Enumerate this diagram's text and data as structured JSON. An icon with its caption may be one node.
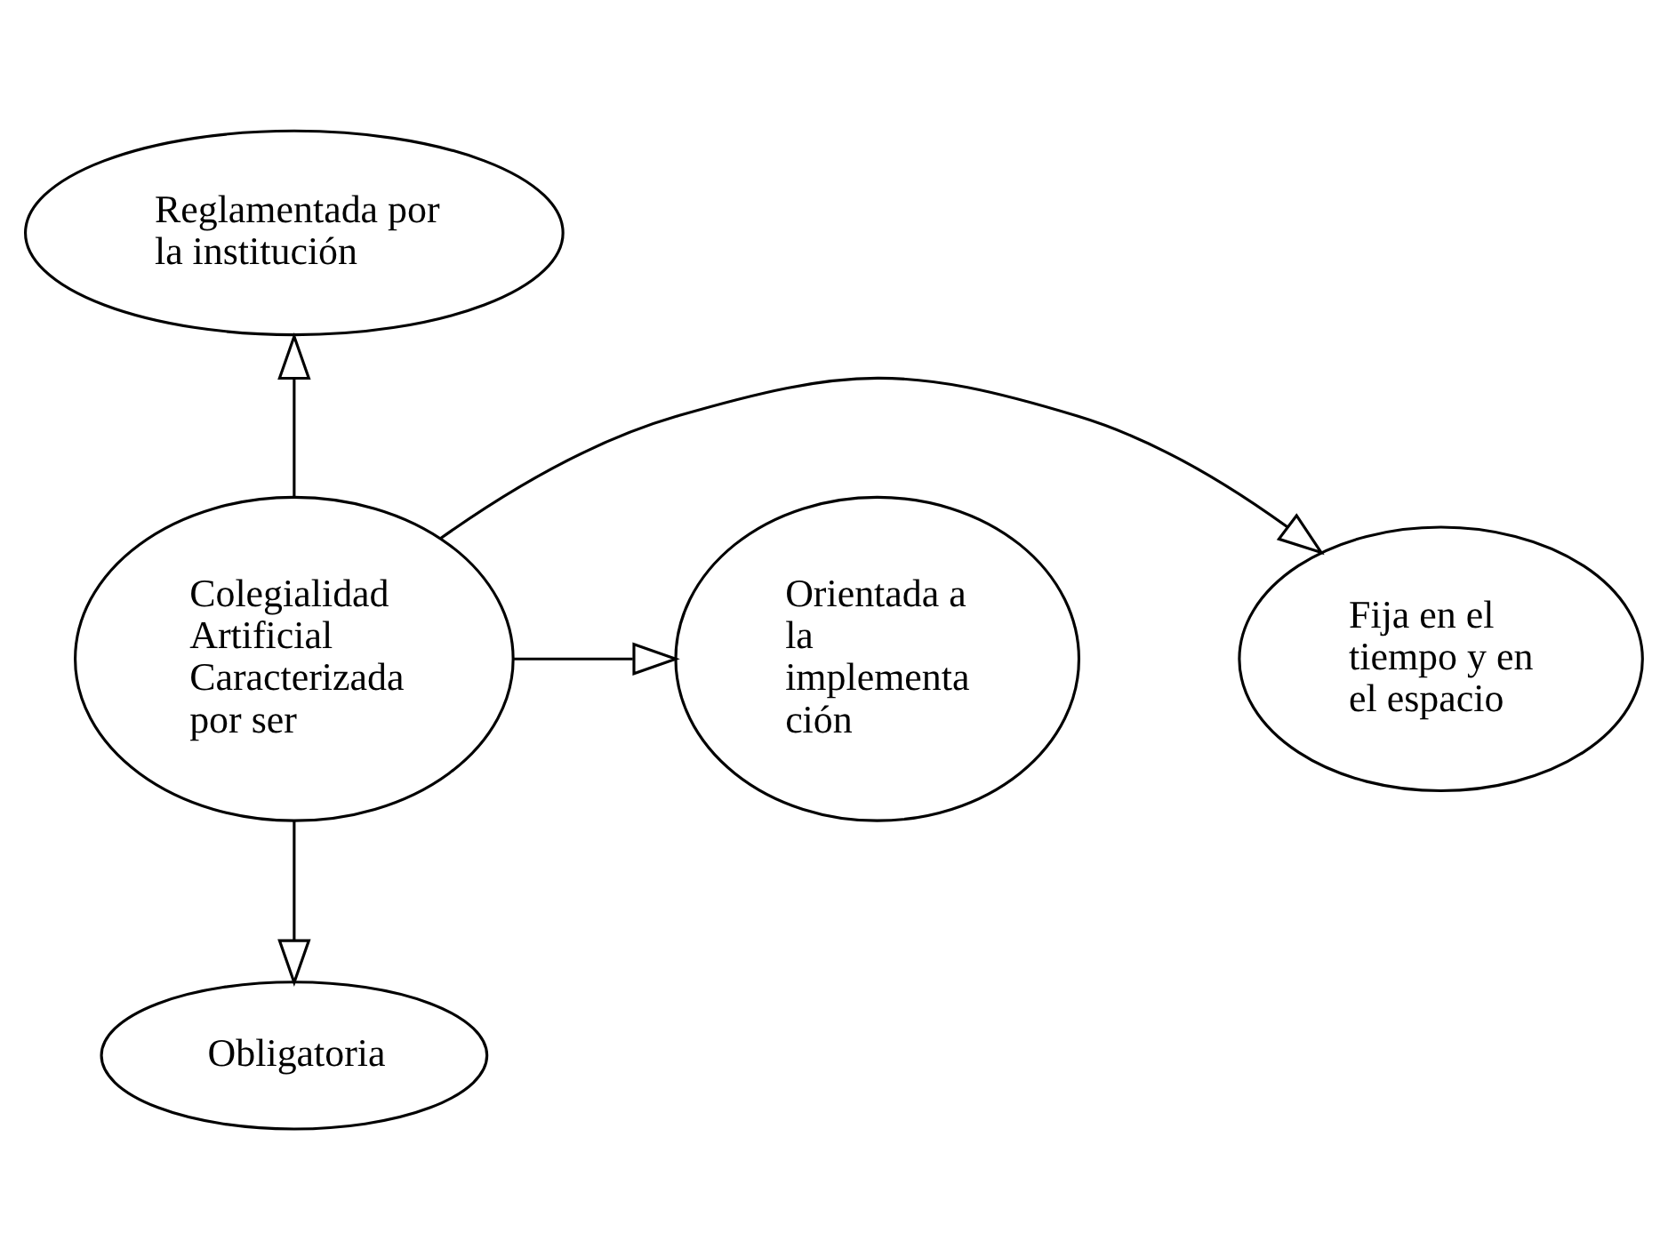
{
  "diagram": {
    "nodes": [
      {
        "text": [
          "Colegialidad Artificial Caracterizada por ser"
        ]
      },
      {
        "text": [
          "Reglamentada por la institución"
        ]
      },
      {
        "text": [
          "Fija en el tiempo y en el espacio"
        ]
      },
      {
        "text": [
          "Orientada a la implementa ción"
        ]
      },
      {
        "text": [
          "Obligatoria"
        ]
      }
    ],
    "edges": [
      {
        "from": 0,
        "to": 1,
        "arrow": "to"
      },
      {
        "from": 0,
        "to": 2,
        "arrow": "to"
      },
      {
        "from": 0,
        "to": 3,
        "arrow": "to"
      },
      {
        "from": 0,
        "to": 4,
        "arrow": "to"
      }
    ]
  }
}
